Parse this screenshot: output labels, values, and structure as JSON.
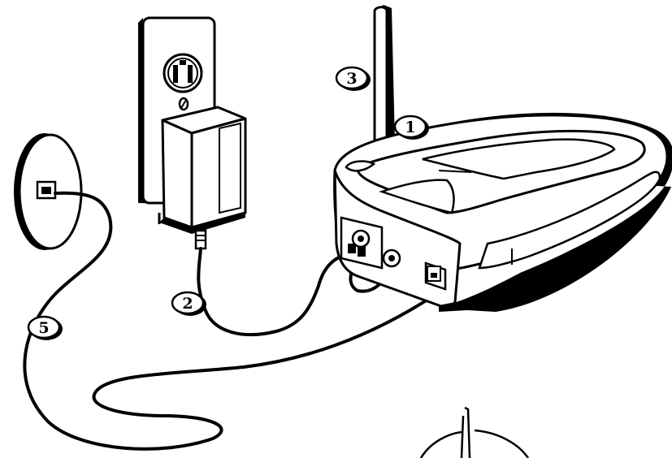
{
  "callouts": {
    "one": "1",
    "two": "2",
    "three": "3",
    "five": "5"
  },
  "colors": {
    "ink": "#000000",
    "paper": "#ffffff",
    "shade": "#111111"
  }
}
